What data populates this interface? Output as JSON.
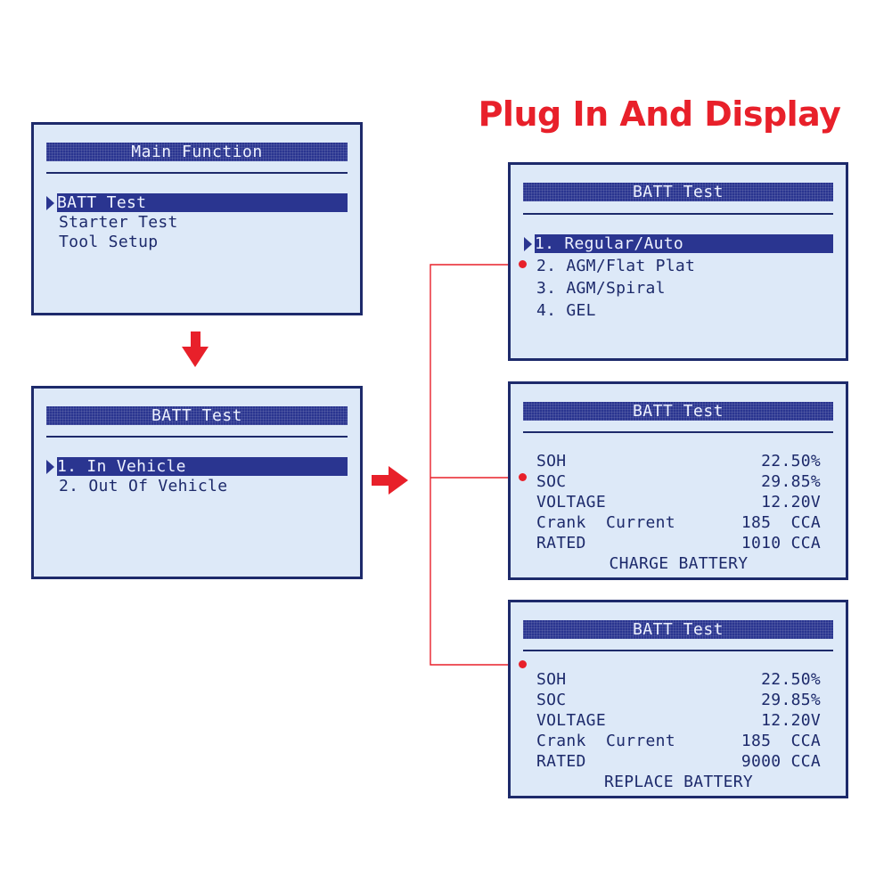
{
  "headline": "Plug In And Display",
  "main_function_screen": {
    "title": "Main Function",
    "items": [
      "BATT Test",
      "Starter Test",
      "Tool Setup"
    ]
  },
  "vehicle_screen": {
    "title": "BATT Test",
    "items": [
      "1. In Vehicle",
      "2. Out Of Vehicle"
    ]
  },
  "battery_type_screen": {
    "title": "BATT Test",
    "items": [
      "1. Regular/Auto",
      "2. AGM/Flat Plat",
      "3. AGM/Spiral",
      "4. GEL"
    ]
  },
  "result_charge_screen": {
    "title": "BATT Test",
    "rows": [
      {
        "label": "SOH",
        "value": "22.50%"
      },
      {
        "label": "SOC",
        "value": "29.85%"
      },
      {
        "label": "VOLTAGE",
        "value": "12.20V"
      },
      {
        "label": "Crank  Current",
        "value": "185  CCA"
      },
      {
        "label": "RATED",
        "value": "1010 CCA"
      }
    ],
    "status": "CHARGE BATTERY"
  },
  "result_replace_screen": {
    "title": "BATT Test",
    "rows": [
      {
        "label": "SOH",
        "value": "22.50%"
      },
      {
        "label": "SOC",
        "value": "29.85%"
      },
      {
        "label": "VOLTAGE",
        "value": "12.20V"
      },
      {
        "label": "Crank  Current",
        "value": "185  CCA"
      },
      {
        "label": "RATED",
        "value": "9000 CCA"
      }
    ],
    "status": "REPLACE BATTERY"
  },
  "colors": {
    "accent_red": "#e8202a",
    "screen_bg": "#dde9f8",
    "screen_ink": "#1d2a6b",
    "selection": "#2a3590"
  }
}
